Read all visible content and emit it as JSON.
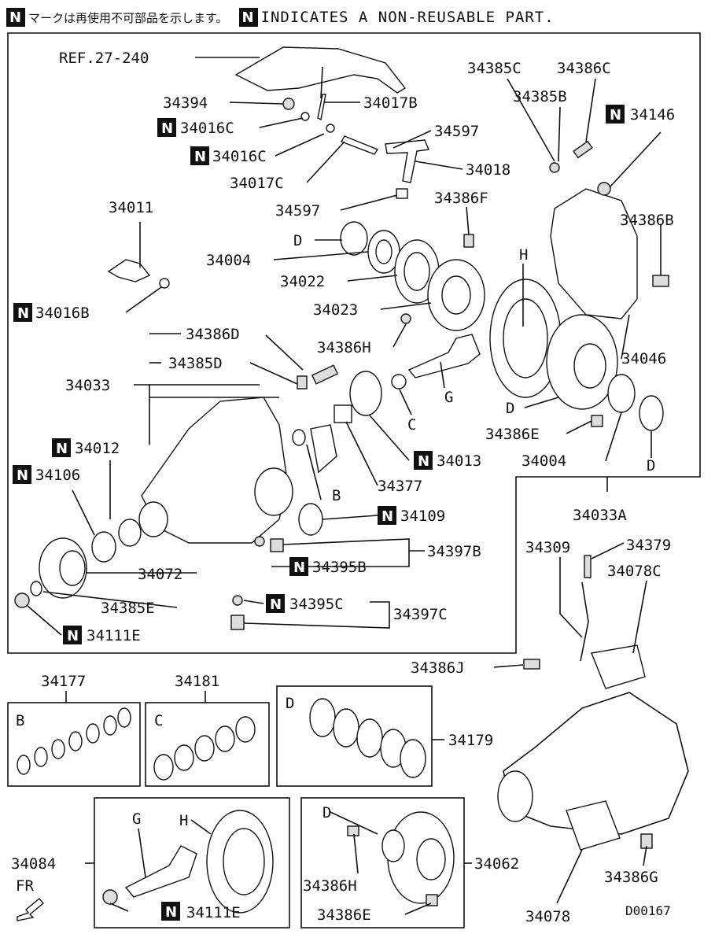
{
  "header": {
    "badge": "N",
    "jp_text": "マークは再使用不可部品を示します。",
    "en_text": "INDICATES A NON-REUSABLE PART."
  },
  "labels": {
    "ref": "REF.27-240",
    "p34394": "34394",
    "p34017B": "34017B",
    "p34016C_1": "34016C",
    "p34016C_2": "34016C",
    "p34017C": "34017C",
    "p34597_1": "34597",
    "p34018": "34018",
    "p34597_2": "34597",
    "p34011": "34011",
    "p34386F": "34386F",
    "D1": "D",
    "p34004_1": "34004",
    "p34022": "34022",
    "p34023": "34023",
    "p34016B": "34016B",
    "p34386D": "34386D",
    "p34385D": "34385D",
    "p34033": "34033",
    "p34386H_1": "34386H",
    "G1": "G",
    "C1": "C",
    "p34012": "34012",
    "p34106": "34106",
    "p34013": "34013",
    "p34377": "34377",
    "B1": "B",
    "p34109": "34109",
    "p34072": "34072",
    "p34397B": "34397B",
    "p34395B": "34395B",
    "p34385E": "34385E",
    "p34395C": "34395C",
    "p34397C": "34397C",
    "p34111E_1": "34111E",
    "p34385C": "34385C",
    "p34386C": "34386C",
    "p34385B": "34385B",
    "p34146": "34146",
    "p34386B": "34386B",
    "H1": "H",
    "p34046": "34046",
    "D2": "D",
    "p34386E_1": "34386E",
    "p34004_2": "34004",
    "D3": "D",
    "p34033A": "34033A",
    "p34309": "34309",
    "p34379": "34379",
    "p34078C": "34078C",
    "p34386J": "34386J",
    "p34177": "34177",
    "p34181": "34181",
    "p34179": "34179",
    "B2": "B",
    "C2": "C",
    "D4": "D",
    "p34084": "34084",
    "G2": "G",
    "H2": "H",
    "p34111E_2": "34111E",
    "D5": "D",
    "p34386H_2": "34386H",
    "p34386E_2": "34386E",
    "p34062": "34062",
    "p34386G": "34386G",
    "p34078": "34078",
    "fr": "FR",
    "code": "D00167"
  }
}
